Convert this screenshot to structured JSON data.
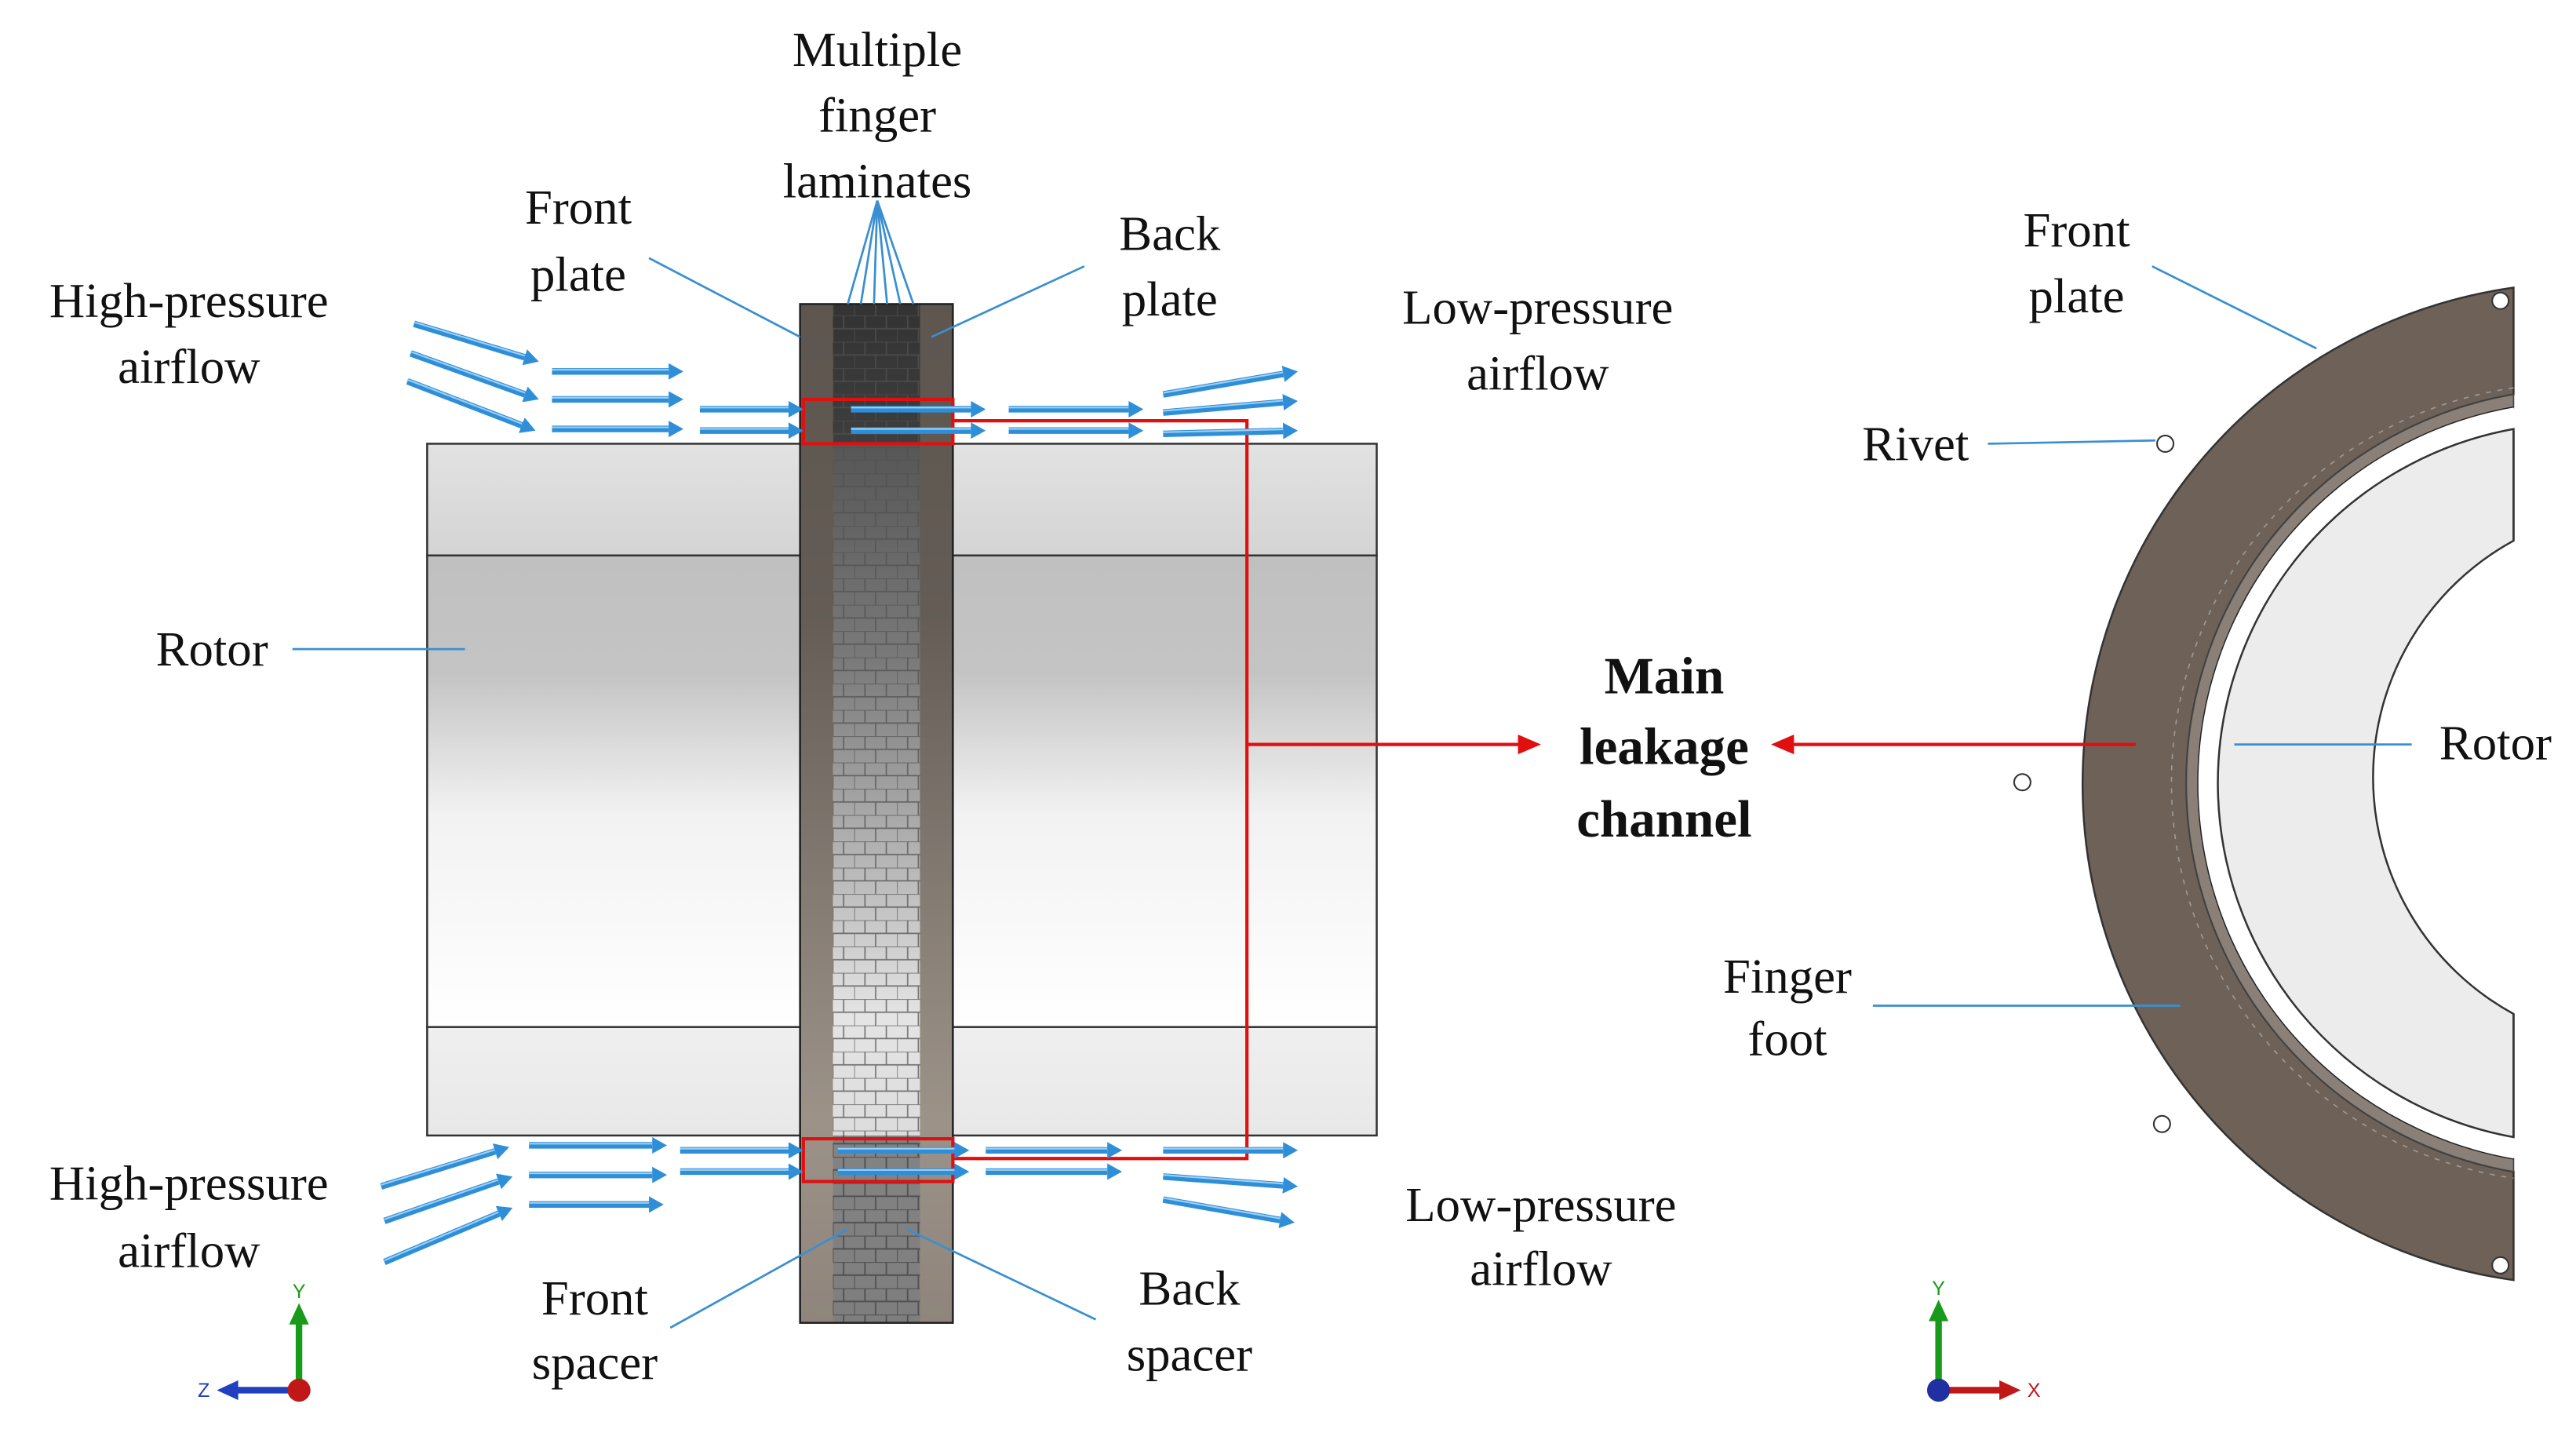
{
  "labels": {
    "multiple_finger_laminates": [
      "Multiple",
      "finger",
      "laminates"
    ],
    "front_plate_left": [
      "Front",
      "plate"
    ],
    "back_plate": [
      "Back",
      "plate"
    ],
    "high_pressure_top": [
      "High-pressure",
      "airflow"
    ],
    "low_pressure_top": [
      "Low-pressure",
      "airflow"
    ],
    "rotor_left": "Rotor",
    "main_leakage_channel": [
      "Main",
      "leakage",
      "channel"
    ],
    "high_pressure_bottom": [
      "High-pressure",
      "airflow"
    ],
    "low_pressure_bottom": [
      "Low-pressure",
      "airflow"
    ],
    "front_spacer": [
      "Front",
      "spacer"
    ],
    "back_spacer": [
      "Back",
      "spacer"
    ],
    "front_plate_right": [
      "Front",
      "plate"
    ],
    "rivet": "Rivet",
    "rotor_right": "Rotor",
    "finger_foot": [
      "Finger",
      "foot"
    ]
  },
  "axes_left": {
    "vertical": "Y",
    "horizontal": "Z"
  },
  "axes_right": {
    "vertical": "Y",
    "horizontal": "X"
  },
  "colors": {
    "arrow_blue": "#2e8fd8",
    "leader_blue": "#3a8fd0",
    "red": "#e01010",
    "plate_brown": "#6e6258",
    "rotor_grey": "#d4d4d4"
  }
}
